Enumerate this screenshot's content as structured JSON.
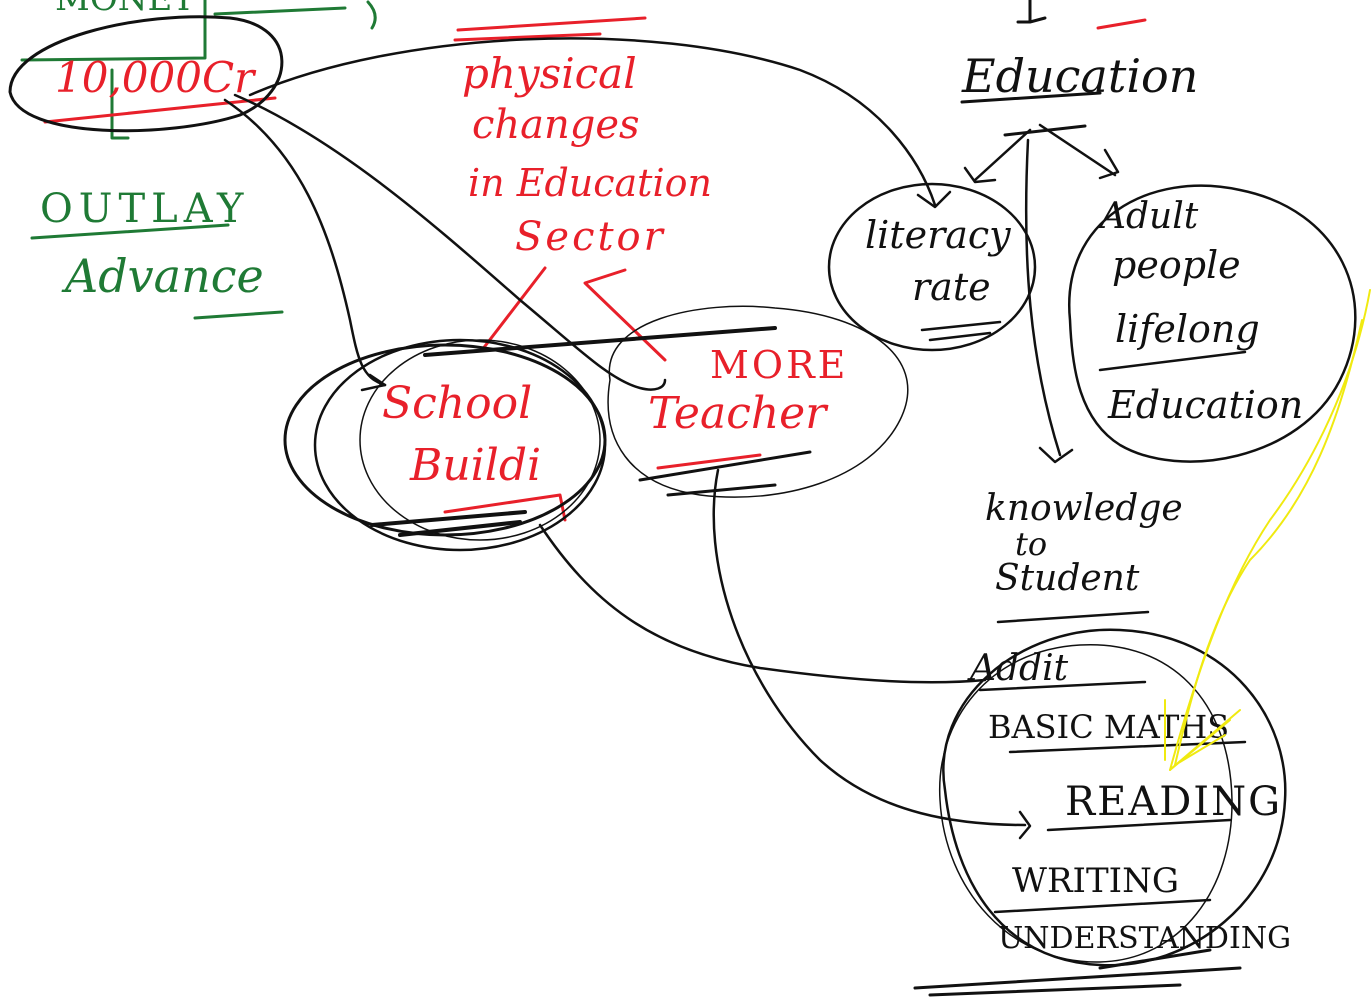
{
  "colors": {
    "black_ink": "#111111",
    "red_ink": "#e8202a",
    "green_ink": "#1f7a35",
    "yellow_ink": "#f0ea10",
    "background": "#ffffff"
  },
  "notes": {
    "money_top": "MONEY",
    "amount": "10,000Cr",
    "outlay": "OUTLAY",
    "advance": "Advance",
    "physical_line1": "physical",
    "physical_line2": "changes",
    "physical_line3": "in Education",
    "physical_line4": "Sector",
    "school_line1": "School",
    "school_line2": "Buildi",
    "more": "MORE",
    "teacher": "Teacher",
    "education": "Education",
    "literacy_line1": "literacy",
    "literacy_line2": "rate",
    "adult_line1": "Adult",
    "adult_line2": "people",
    "adult_line3": "lifelong",
    "adult_line4": "Education",
    "knowledge_line1": "knowledge",
    "knowledge_line2": "to",
    "knowledge_line3": "Student",
    "addit": "Addit",
    "basic_maths": "BASIC MATHS",
    "reading": "READING",
    "writing": "WRITING",
    "understanding": "UNDERSTANDING"
  }
}
